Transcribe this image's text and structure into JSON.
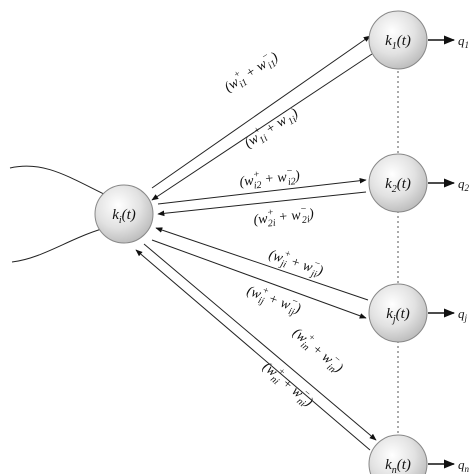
{
  "nodes": {
    "center": {
      "base": "k",
      "sub": "i",
      "tail": "(t)"
    },
    "n1": {
      "base": "k",
      "sub": "1",
      "tail": "(t)"
    },
    "n2": {
      "base": "k",
      "sub": "2",
      "tail": "(t)"
    },
    "nj": {
      "base": "k",
      "sub": "j",
      "tail": "(t)"
    },
    "nn": {
      "base": "k",
      "sub": "n",
      "tail": "(t)"
    }
  },
  "outputs": {
    "q1": {
      "base": "q",
      "sub": "1"
    },
    "q2": {
      "base": "q",
      "sub": "2"
    },
    "qj": {
      "base": "q",
      "sub": "j"
    },
    "qn": {
      "base": "q",
      "sub": "n"
    }
  },
  "edge_labels": {
    "w_i1": {
      "open": "(w",
      "sup1": "+",
      "sub1": "i1",
      "plus": " + w",
      "sup2": "−",
      "sub2": "i1",
      "close": ")"
    },
    "w_1i": {
      "open": "(w",
      "sup1": "+",
      "sub1": "1i",
      "plus": " + w",
      "sup2": "−",
      "sub2": "1i",
      "close": ")"
    },
    "w_i2": {
      "open": "(w",
      "sup1": "+",
      "sub1": "i2",
      "plus": " + w",
      "sup2": "−",
      "sub2": "i2",
      "close": ")"
    },
    "w_2i": {
      "open": "(w",
      "sup1": "+",
      "sub1": "2i",
      "plus": " + w",
      "sup2": "−",
      "sub2": "2i",
      "close": ")"
    },
    "w_ji": {
      "open": "(w",
      "sup1": "+",
      "sub1": "ji",
      "plus": " + w",
      "sup2": "−",
      "sub2": "ji",
      "close": ")"
    },
    "w_ij": {
      "open": "(w",
      "sup1": "+",
      "sub1": "ij",
      "plus": " + w",
      "sup2": "−",
      "sub2": "ij",
      "close": ")"
    },
    "w_in": {
      "open": "(w",
      "sup1": "+",
      "sub1": "in",
      "plus": " + w",
      "sup2": "−",
      "sub2": "in",
      "close": ")"
    },
    "w_ni": {
      "open": "(w",
      "sup1": "+",
      "sub1": "ni",
      "plus": " + w",
      "sup2": "−",
      "sub2": "ni",
      "close": ")"
    }
  }
}
